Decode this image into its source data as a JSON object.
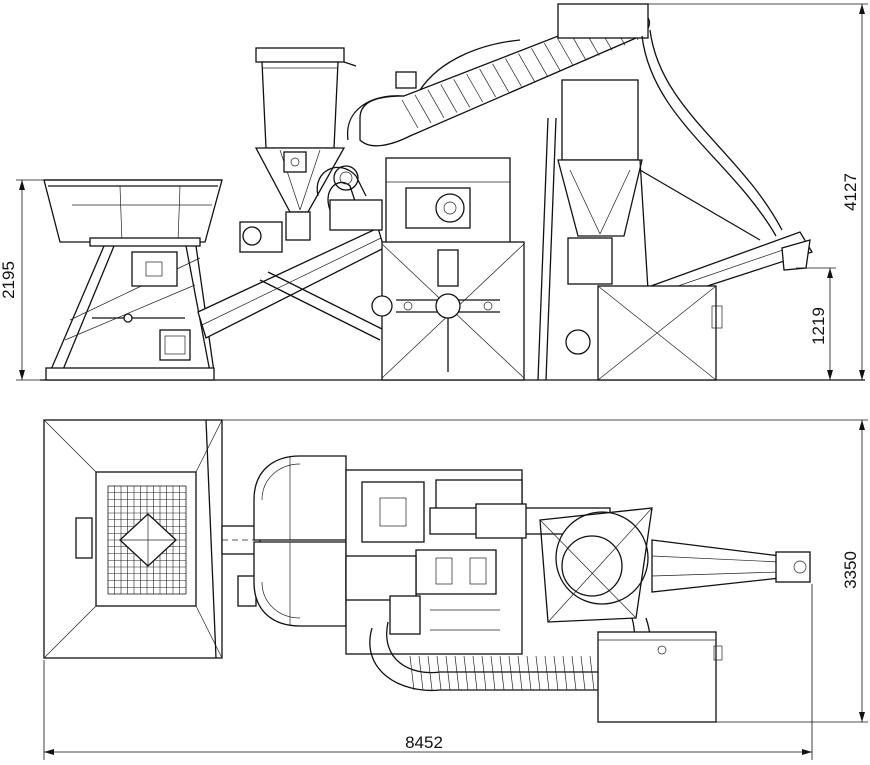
{
  "dimensions": {
    "side_height_left": "2195",
    "side_height_total": "4127",
    "side_height_right": "1219",
    "plan_width_total": "8452",
    "plan_depth_total": "3350"
  },
  "colors": {
    "line": "#111111",
    "background": "#ffffff"
  }
}
